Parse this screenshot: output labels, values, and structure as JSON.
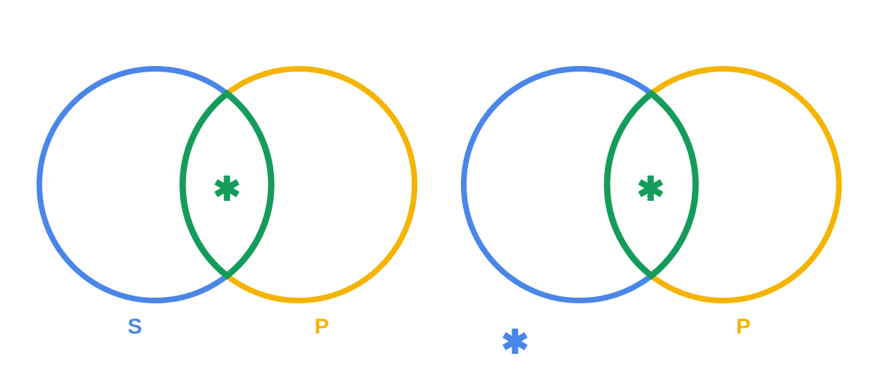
{
  "colors": {
    "blue": "#4a86e8",
    "yellow": "#f5b400",
    "green": "#159c5b"
  },
  "diagrams": [
    {
      "name": "venn-left",
      "left_circle_label": "S",
      "right_circle_label": "P",
      "left_circle_color": "#4a86e8",
      "right_circle_color": "#f5b400",
      "intersection_outline_color": "#159c5b",
      "intersection_mark": "asterisk",
      "intersection_mark_color": "#159c5b"
    },
    {
      "name": "venn-right",
      "left_circle_label": "",
      "right_circle_label": "P",
      "left_circle_color": "#4a86e8",
      "right_circle_color": "#f5b400",
      "intersection_outline_color": "#159c5b",
      "intersection_mark": "asterisk",
      "intersection_mark_color": "#159c5b",
      "outside_mark": "asterisk",
      "outside_mark_color": "#4a86e8",
      "outside_mark_position": "outside lower-left of left circle"
    }
  ]
}
